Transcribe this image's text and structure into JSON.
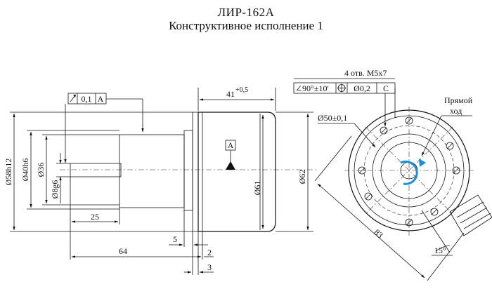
{
  "title": "ЛИР-162А",
  "subtitle": "Конструктивное исполнение 1",
  "side_view": {
    "d_58": "Ø58h12",
    "d_40": "Ø40h6",
    "d_36": "Ø36",
    "d_8": "Ø8g6",
    "d_61": "Ø61",
    "d_62": "Ø62",
    "len_25": "25",
    "len_64": "64",
    "len_5": "5",
    "len_2": "2",
    "len_3": "3",
    "len_41": "41",
    "len_41_tol": "+0,5",
    "runout_value": "0,1",
    "runout_datum": "A",
    "datum_label": "A"
  },
  "front_view": {
    "holes_label": "4 отв. M5x7",
    "angle_label": "∠90°±10'",
    "position_tol": "Ø0,2",
    "position_datum": "C",
    "bolt_circle": "Ø50±0,1",
    "direction_label_1": "Прямой",
    "direction_label_2": "ход",
    "diag_dim": "83",
    "angle_15": "15°"
  },
  "colors": {
    "rotation_arrow": "#1a8fd8",
    "body_fill_light": "#f4f4f4",
    "body_fill_dark": "#c8c8c8"
  }
}
